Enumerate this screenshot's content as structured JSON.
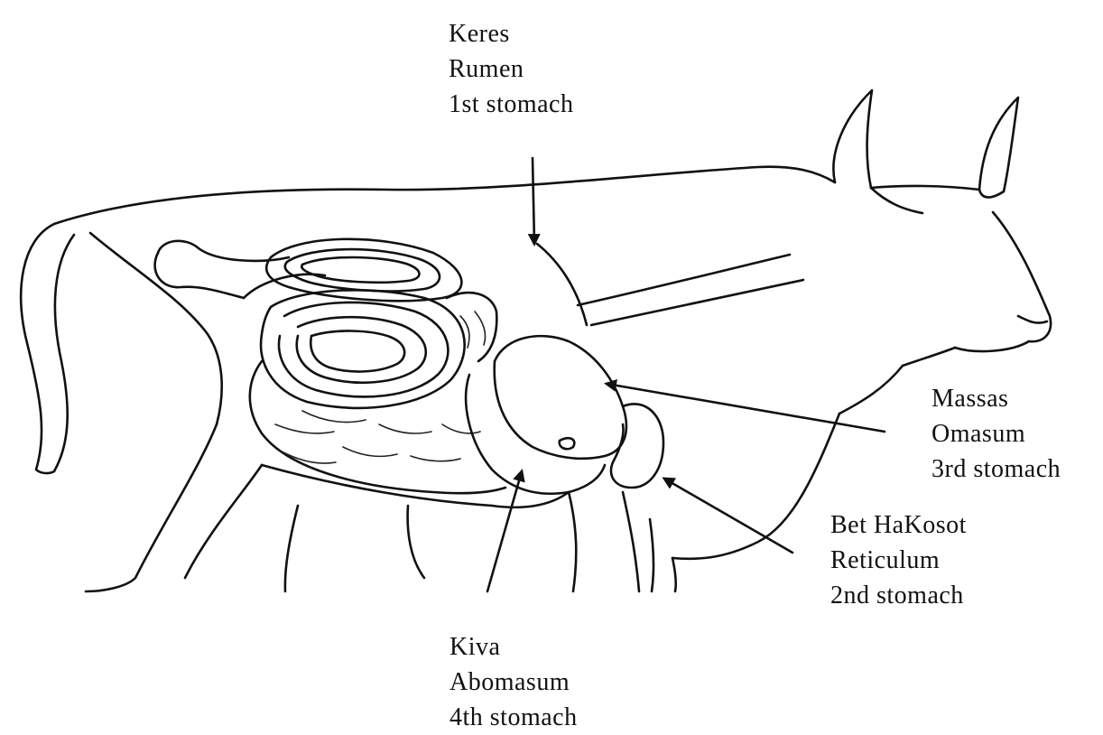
{
  "labels": {
    "rumen": {
      "hebrew": "Keres",
      "english": "Rumen",
      "ordinal": "1st stomach"
    },
    "omasum": {
      "hebrew": "Massas",
      "english": "Omasum",
      "ordinal": "3rd stomach"
    },
    "reticulum": {
      "hebrew": "Bet HaKosot",
      "english": "Reticulum",
      "ordinal": "2nd stomach"
    },
    "abomasum": {
      "hebrew": "Kiva",
      "english": "Abomasum",
      "ordinal": "4th stomach"
    }
  },
  "colors": {
    "ink": "#111111",
    "background": "#ffffff"
  }
}
